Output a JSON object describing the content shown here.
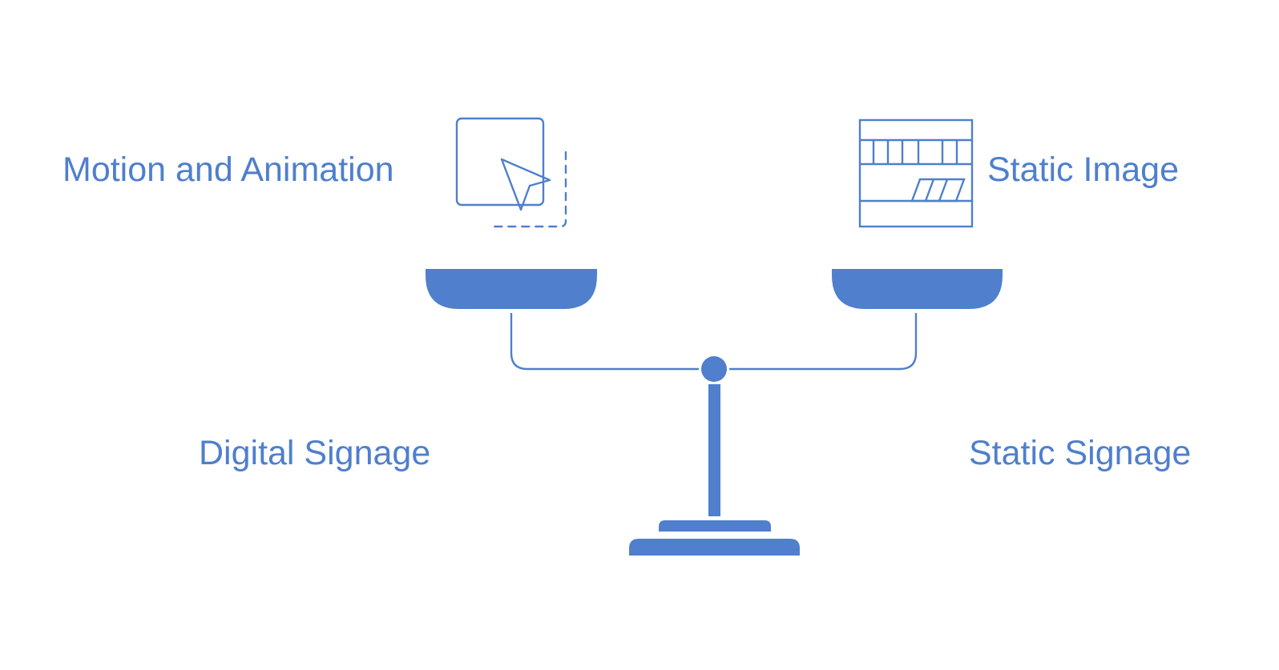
{
  "colors": {
    "accent": "#4f7fcd",
    "background": "#ffffff"
  },
  "left": {
    "heading": "Motion and Animation",
    "subheading": "Digital Signage",
    "icon": "cursor-click-icon"
  },
  "right": {
    "heading": "Static Image",
    "subheading": "Static Signage",
    "icon": "shelf-image-icon"
  },
  "center": {
    "icon": "balance-scale-icon"
  }
}
